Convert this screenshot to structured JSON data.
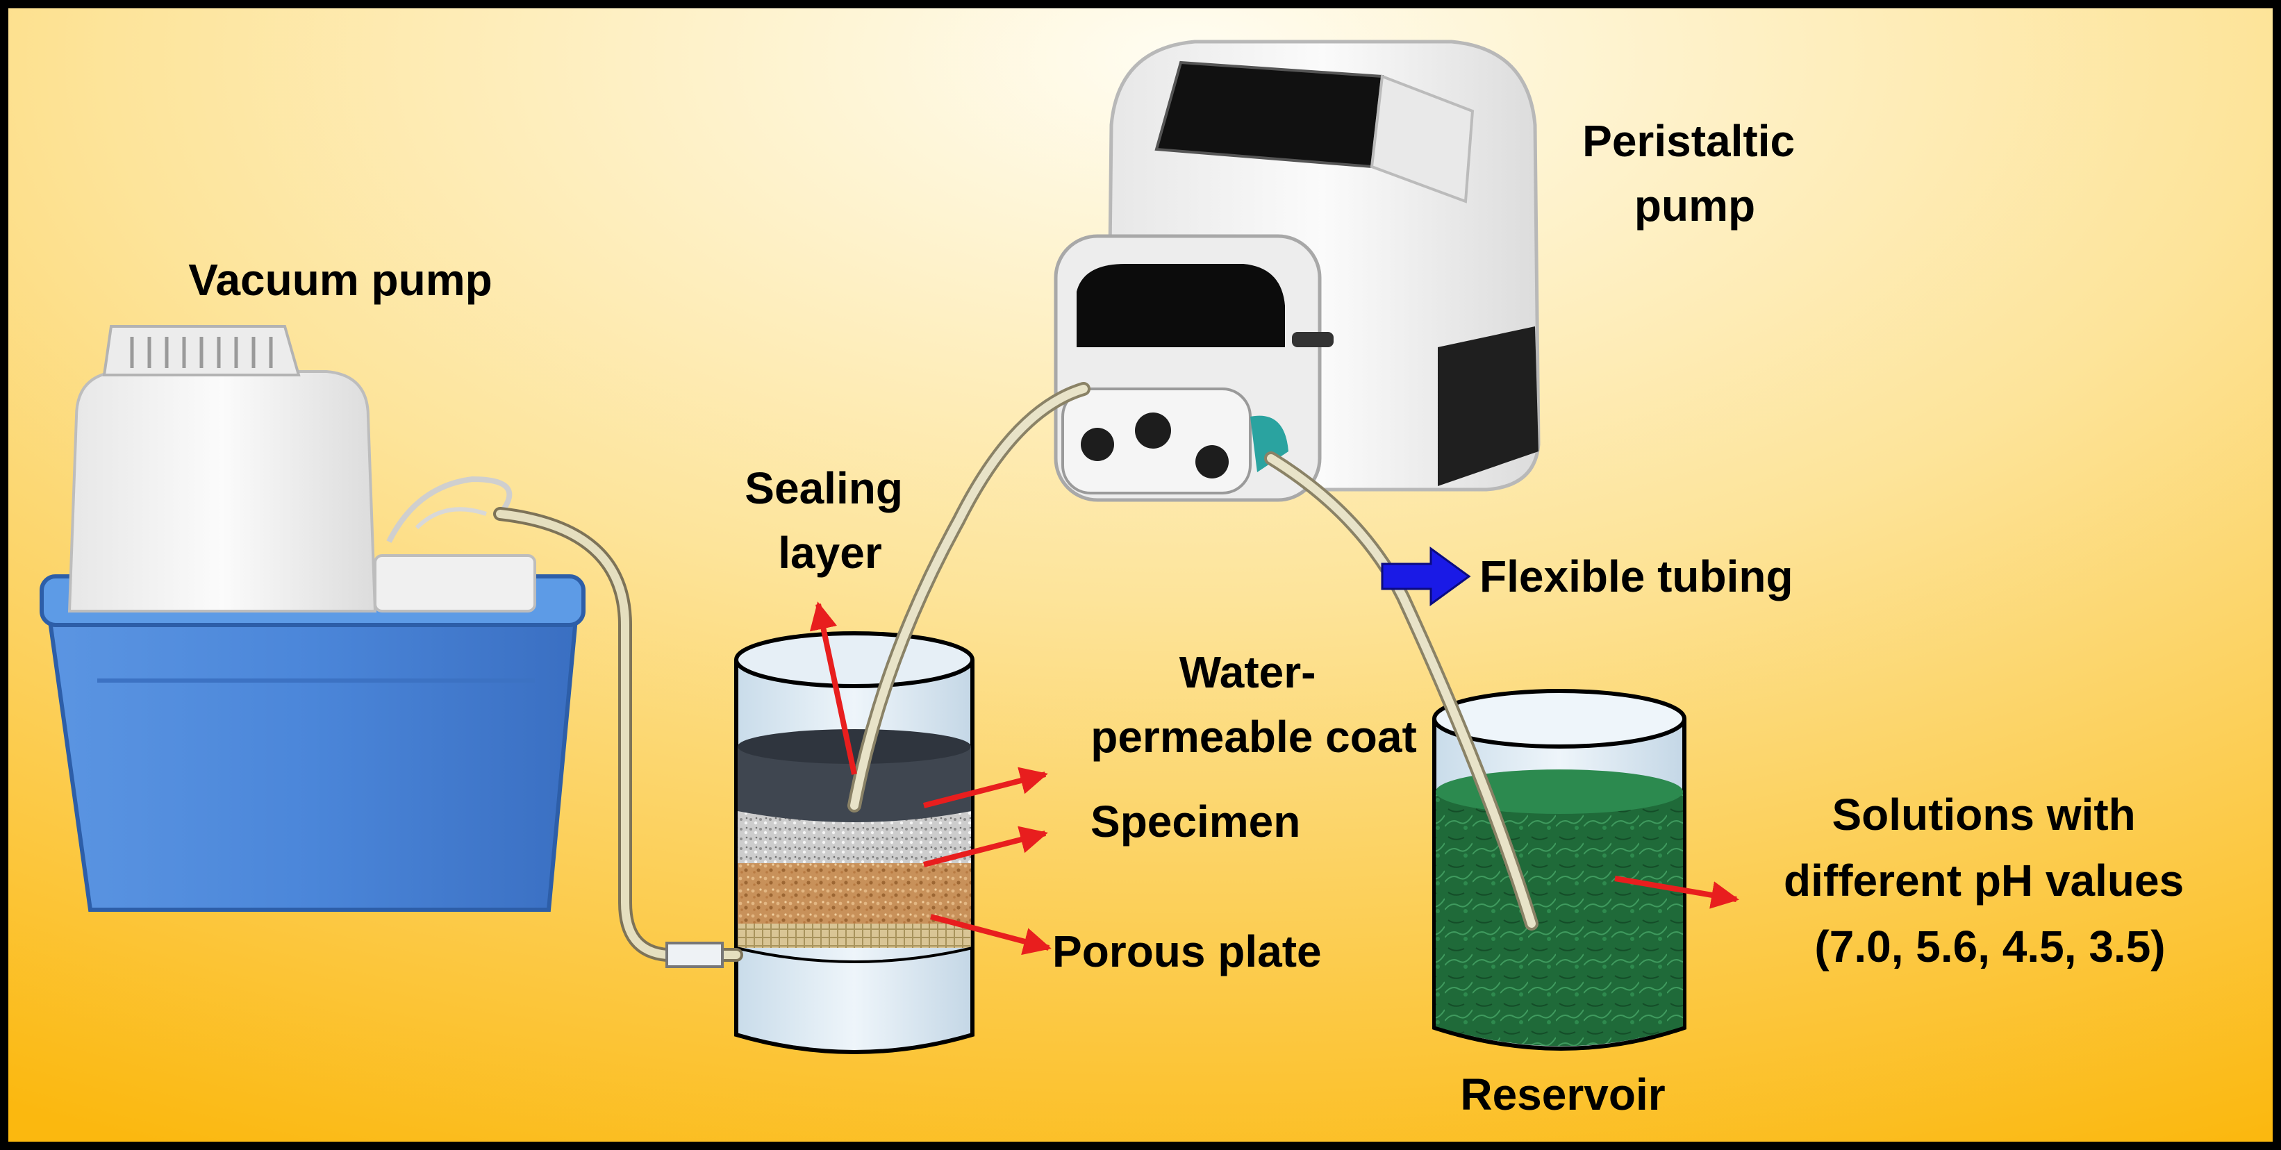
{
  "labels": {
    "vacuum_pump": "Vacuum pump",
    "peristaltic_pump": [
      "Peristaltic",
      "pump"
    ],
    "sealing_layer": [
      "Sealing",
      "layer"
    ],
    "flexible_tubing": "Flexible tubing",
    "water_permeable_coat": [
      "Water-",
      "permeable coat"
    ],
    "specimen": "Specimen",
    "porous_plate": "Porous plate",
    "solutions": [
      "Solutions with",
      "different pH values",
      "(7.0, 5.6, 4.5, 3.5)"
    ],
    "reservoir": "Reservoir"
  },
  "colors": {
    "background_center": "#fffbe8",
    "background_edge": "#fbbc14",
    "frame": "#000000",
    "callout_arrow": "#e81e1e",
    "legend_arrow": "#1a1ae6",
    "vacuum_tank": "#4a86d8",
    "pump_body": "#f2f2f2",
    "tubing": "#d9d2b0",
    "sealing_layer": "#3e4550",
    "coat": "#c9c9c9",
    "specimen": "#c8935a",
    "porous_plate": "#d8c8a0",
    "solution": "#1f6e3c",
    "glass": "#dde9f3"
  },
  "icons": [
    "vacuum-pump-icon",
    "peristaltic-pump-icon",
    "specimen-cylinder-icon",
    "reservoir-beaker-icon",
    "flexible-tubing-icon"
  ]
}
